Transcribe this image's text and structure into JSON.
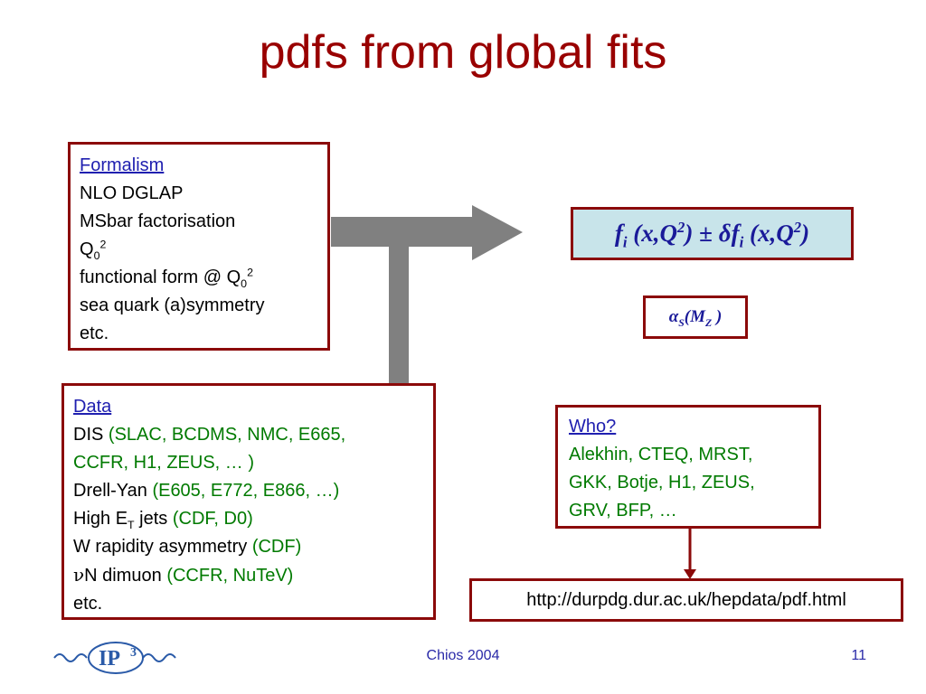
{
  "title": "pdfs from global fits",
  "formalism": {
    "heading": "Formalism",
    "l1": "NLO DGLAP",
    "l2": "MSbar factorisation",
    "q0_base": "Q",
    "q0_sub": "0",
    "q0_sup": "2",
    "ff_text": "functional form @ Q",
    "ff_sub": "0",
    "ff_sup": "2",
    "l5": "sea quark (a)symmetry",
    "l6": "etc."
  },
  "data_box": {
    "heading": "Data",
    "dis_label": "DIS ",
    "dis_exps": "(SLAC, BCDMS, NMC, E665,",
    "dis_exps2": " CCFR, H1, ZEUS, … )",
    "dy_label": "Drell-Yan ",
    "dy_exps": "(E605, E772, E866, …)",
    "het_a": "High E",
    "het_sub": "T",
    "het_b": " jets ",
    "het_exps": "(CDF, D0)",
    "w_label": "W rapidity asymmetry ",
    "w_exps": "(CDF)",
    "nu_sym": "ν",
    "nu_label": "N dimuon ",
    "nu_exps": "(CCFR, NuTeV)",
    "etc": "etc."
  },
  "formula": {
    "f": "f",
    "i": "i",
    "args": " (x,Q",
    "sq": "2",
    "close": ")",
    "pm": " ± ",
    "delta": "δ",
    "f2": "f",
    "i2": "i",
    "args2": " (x,Q",
    "sq2": "2",
    "close2": ")"
  },
  "alpha": {
    "a": "α",
    "s": "S",
    "open": "(M",
    "z": "Z",
    "close": " )"
  },
  "who": {
    "heading": "Who?",
    "l1": "Alekhin, CTEQ, MRST,",
    "l2": "GKK, Botje, H1, ZEUS,",
    "l3": "GRV, BFP, …"
  },
  "url": "http://durpdg.dur.ac.uk/hepdata/pdf.html",
  "footer": {
    "center": "Chios 2004",
    "page": "11"
  },
  "logo": {
    "text": "IP",
    "sup": "3"
  },
  "colors": {
    "title": "#990000",
    "border": "#8b0a0a",
    "link": "#2020b0",
    "green": "#007a00",
    "formula_bg": "#c8e4ea",
    "arrow": "#808080"
  }
}
